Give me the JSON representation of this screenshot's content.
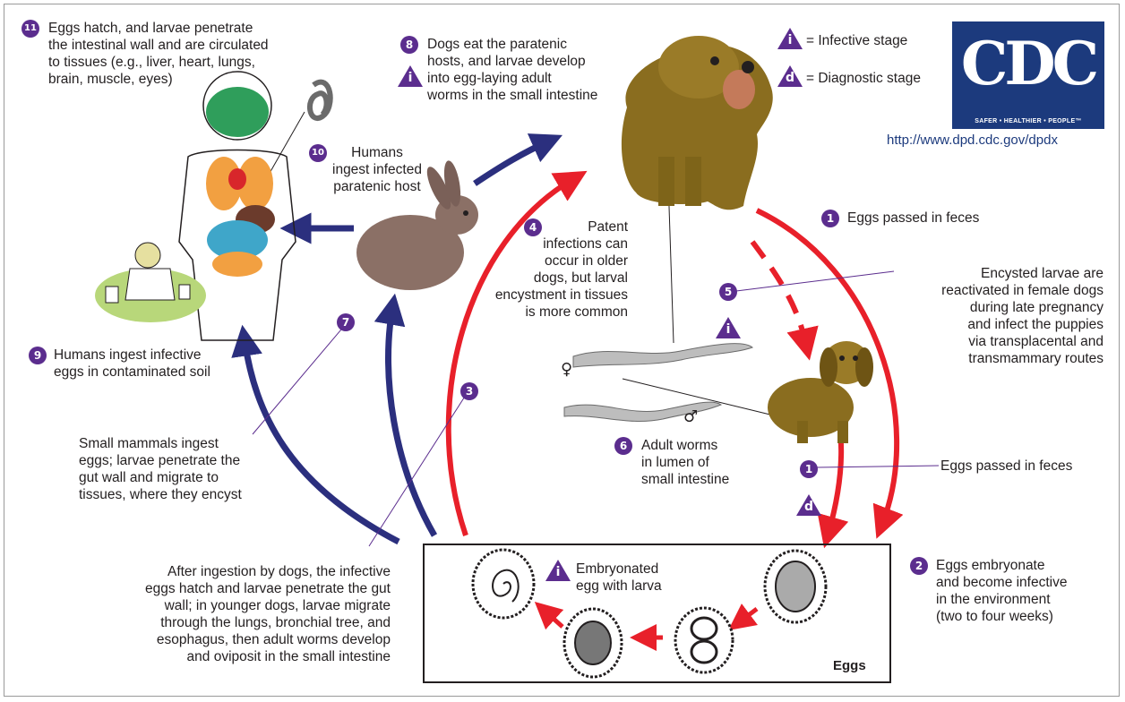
{
  "colors": {
    "purple": "#5b2d8e",
    "red_arrow": "#e8202a",
    "blue_arrow": "#2b2f7e",
    "cdc_blue": "#1c3a7d",
    "dog_brown": "#8a6d1f",
    "rabbit_brown": "#8b7066"
  },
  "legend": {
    "infective_symbol": "i",
    "infective_text": "= Infective stage",
    "diagnostic_symbol": "d",
    "diagnostic_text": "= Diagnostic stage"
  },
  "logo": {
    "letters": "CDC",
    "tagline": "SAFER • HEALTHIER • PEOPLE™",
    "url": "http://www.dpd.cdc.gov/dpdx"
  },
  "steps": {
    "s1a": {
      "num": "1",
      "text": "Eggs passed in feces"
    },
    "s1b": {
      "num": "1",
      "text": "Eggs passed in feces"
    },
    "s2": {
      "num": "2",
      "text": "Eggs embryonate\nand become infective\nin the environment\n(two to four weeks)"
    },
    "s3": {
      "num": "3",
      "text": "After ingestion by dogs, the infective\neggs hatch and larvae penetrate the gut\nwall; in younger dogs, larvae migrate\nthrough the lungs, bronchial tree, and\nesophagus, then adult worms develop\nand oviposit in the small intestine"
    },
    "s4": {
      "num": "4",
      "text": "Patent\ninfections can\noccur in older\ndogs, but larval\nencystment in tissues\nis more common"
    },
    "s5": {
      "num": "5",
      "text": "Encysted larvae are\nreactivated in female dogs\nduring late pregnancy\nand infect the puppies\nvia transplacental and\ntransmammary routes"
    },
    "s6": {
      "num": "6",
      "text": "Adult worms\nin lumen of\nsmall intestine"
    },
    "s7": {
      "num": "7",
      "text": "Small mammals ingest\neggs; larvae penetrate the\ngut wall and migrate to\ntissues, where they encyst"
    },
    "s8": {
      "num": "8",
      "text": "Dogs eat the paratenic\nhosts, and larvae develop\ninto egg-laying adult\nworms in the small intestine"
    },
    "s9": {
      "num": "9",
      "text": "Humans ingest infective\neggs in contaminated soil"
    },
    "s10": {
      "num": "10",
      "text": "Humans\ningest infected\nparatenic host"
    },
    "s11": {
      "num": "11",
      "text": "Eggs hatch, and larvae penetrate\nthe intestinal wall and are circulated\nto tissues (e.g., liver, heart, lungs,\nbrain, muscle, eyes)"
    }
  },
  "eggs": {
    "title": "Eggs",
    "embryonated_label": "Embryonated\negg with larva"
  },
  "sex_symbols": {
    "female": "♀",
    "male": "♂"
  }
}
